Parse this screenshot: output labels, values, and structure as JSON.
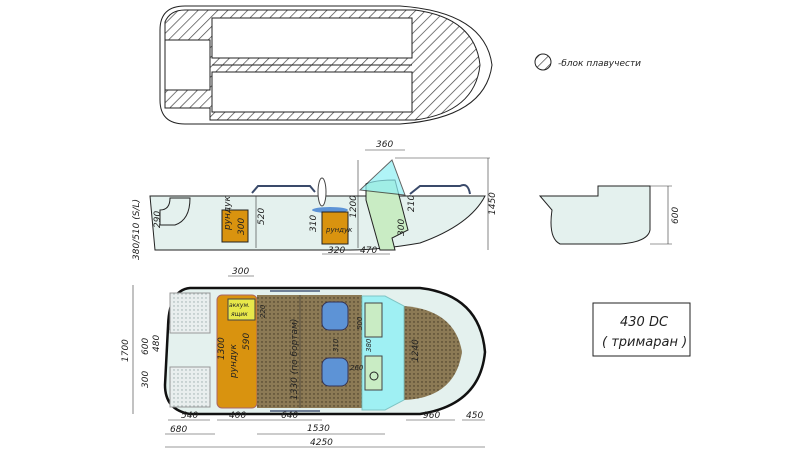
{
  "legend": {
    "icon": "hatch-circle-icon",
    "label": "-блок плавучести"
  },
  "model": {
    "name": "430 DC",
    "type": "( тримаран )"
  },
  "colors": {
    "hull": "#e4f1ee",
    "deck": "#8c7a55",
    "locker": "#d9930f",
    "battery": "#e8e84a",
    "seat": "#5d93d6",
    "console": "#c9ecc4",
    "glass": "#8ff0f5"
  },
  "side_view": {
    "dims": {
      "d360": "360",
      "d1450": "1450",
      "d290": "290",
      "d380_510": "380/510 (S/L)",
      "d520": "520",
      "d300a": "300",
      "d310": "310",
      "d1200": "1200",
      "d210": "210",
      "d300b": "300",
      "d320": "320",
      "d470": "470"
    },
    "locker_label": "рундук",
    "locker2_label": "рундук"
  },
  "section_view": {
    "d600": "600"
  },
  "plan_view": {
    "dims": {
      "d300top": "300",
      "d1700": "1700",
      "d600": "600",
      "d480": "480",
      "d300": "300",
      "d1300": "1300",
      "d590": "590",
      "d220": "220",
      "d1330": "1330 (по бортам)",
      "d500": "500",
      "d310": "310",
      "d380": "380",
      "d260": "260",
      "d1240": "1240",
      "d540": "540",
      "d400": "400",
      "d640": "640",
      "d960": "960",
      "d450": "450",
      "d680": "680",
      "d1530": "1530",
      "d4250": "4250"
    },
    "battery_label_1": "аккум.",
    "battery_label_2": "ящик",
    "locker_label": "рундук"
  }
}
